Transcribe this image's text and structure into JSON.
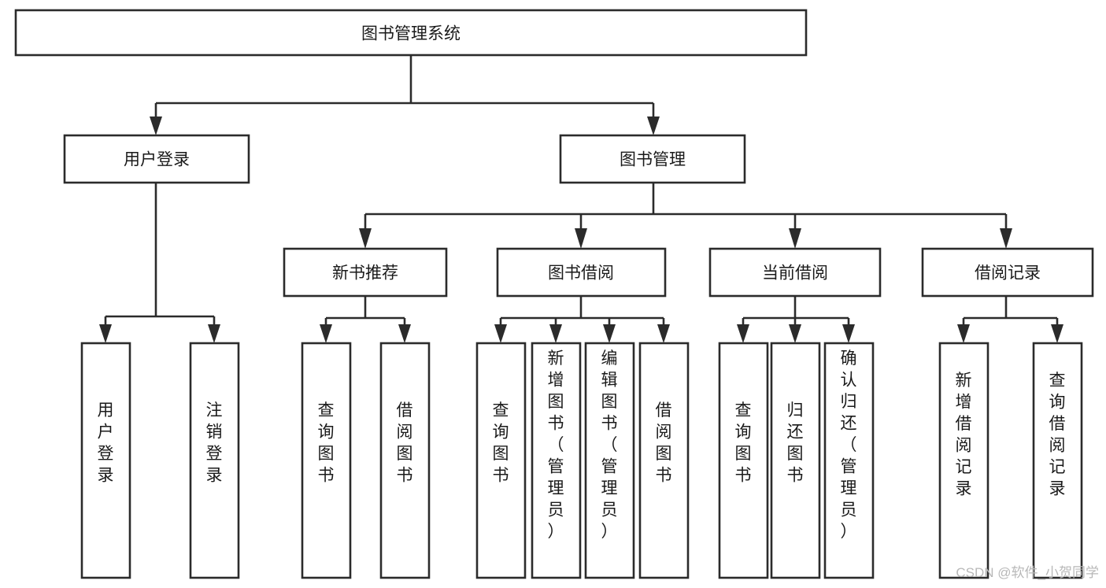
{
  "diagram": {
    "type": "tree",
    "title": "图书管理系统",
    "orientation": "top-down",
    "root": {
      "id": "root",
      "label": "图书管理系统",
      "text_orientation": "horizontal"
    },
    "level2": [
      {
        "id": "user-login",
        "label": "用户登录",
        "text_orientation": "horizontal"
      },
      {
        "id": "book-manage",
        "label": "图书管理",
        "text_orientation": "horizontal"
      }
    ],
    "level3": [
      {
        "id": "new-book-recommend",
        "label": "新书推荐",
        "parent": "book-manage",
        "text_orientation": "horizontal"
      },
      {
        "id": "book-borrow",
        "label": "图书借阅",
        "parent": "book-manage",
        "text_orientation": "horizontal"
      },
      {
        "id": "current-borrow",
        "label": "当前借阅",
        "parent": "book-manage",
        "text_orientation": "horizontal"
      },
      {
        "id": "borrow-record",
        "label": "借阅记录",
        "parent": "book-manage",
        "text_orientation": "horizontal"
      }
    ],
    "leaves": [
      {
        "id": "leaf-user-login",
        "label": "用户登录",
        "parent": "user-login",
        "text_orientation": "vertical"
      },
      {
        "id": "leaf-user-logout",
        "label": "注销登录",
        "parent": "user-login",
        "text_orientation": "vertical"
      },
      {
        "id": "leaf-query-book-1",
        "label": "查询图书",
        "parent": "new-book-recommend",
        "text_orientation": "vertical"
      },
      {
        "id": "leaf-borrow-book-1",
        "label": "借阅图书",
        "parent": "new-book-recommend",
        "text_orientation": "vertical"
      },
      {
        "id": "leaf-query-book-2",
        "label": "查询图书",
        "parent": "book-borrow",
        "text_orientation": "vertical"
      },
      {
        "id": "leaf-add-book",
        "label": "新增图书（管理员）",
        "parent": "book-borrow",
        "text_orientation": "vertical"
      },
      {
        "id": "leaf-edit-book",
        "label": "编辑图书（管理员）",
        "parent": "book-borrow",
        "text_orientation": "vertical"
      },
      {
        "id": "leaf-borrow-book-2",
        "label": "借阅图书",
        "parent": "book-borrow",
        "text_orientation": "vertical"
      },
      {
        "id": "leaf-query-book-3",
        "label": "查询图书",
        "parent": "current-borrow",
        "text_orientation": "vertical"
      },
      {
        "id": "leaf-return-book",
        "label": "归还图书",
        "parent": "current-borrow",
        "text_orientation": "vertical"
      },
      {
        "id": "leaf-confirm-return",
        "label": "确认归还（管理员）",
        "parent": "current-borrow",
        "text_orientation": "vertical"
      },
      {
        "id": "leaf-add-record",
        "label": "新增借阅记录",
        "parent": "borrow-record",
        "text_orientation": "vertical"
      },
      {
        "id": "leaf-query-record",
        "label": "查询借阅记录",
        "parent": "borrow-record",
        "text_orientation": "vertical"
      }
    ],
    "colors": {
      "background": "#ffffff",
      "box_fill": "#ffffff",
      "box_stroke": "#2b2b2b",
      "text": "#1a1a1a",
      "connector": "#2b2b2b",
      "watermark": "#b8b8b8"
    }
  },
  "watermark": {
    "text": "CSDN @软件_小贺同学"
  }
}
